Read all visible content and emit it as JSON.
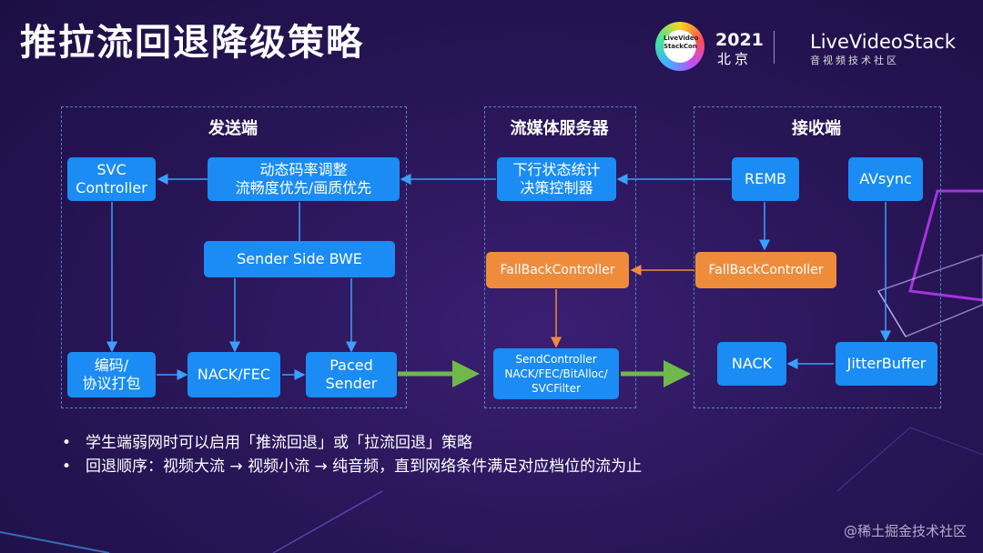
{
  "title": "推拉流回退降级策略",
  "logo": {
    "text": "LiveVideo StackCon",
    "year": "2021",
    "city": "北京",
    "brand": "LiveVideoStack",
    "brand_sub": "音视频技术社区"
  },
  "groups": {
    "sender": "发送端",
    "server": "流媒体服务器",
    "receiver": "接收端"
  },
  "boxes": {
    "svc": "SVC\nController",
    "rate": "动态码率调整\n流畅度优先/画质优先",
    "bwe": "Sender Side BWE",
    "encode": "编码/\n协议打包",
    "nack_fec": "NACK/FEC",
    "paced": "Paced\nSender",
    "stats": "下行状态统计\n决策控制器",
    "fallback_server": "FallBackController",
    "send_ctrl": "SendController\nNACK/FEC/BitAlloc/\nSVCFilter",
    "remb": "REMB",
    "avsync": "AVsync",
    "fallback_recv": "FallBackController",
    "nack": "NACK",
    "jitter": "JitterBuffer"
  },
  "colors": {
    "box_blue": "#1a8cf3",
    "box_orange": "#ef8c3c",
    "arrow_green": "#6fb84a",
    "dashed_border": "#4d83c6"
  },
  "bullets": [
    "学生端弱网时可以启用「推流回退」或「拉流回退」策略",
    "回退顺序：视频大流 → 视频小流 → 纯音频，直到网络条件满足对应档位的流为止"
  ],
  "watermark": "@稀土掘金技术社区"
}
